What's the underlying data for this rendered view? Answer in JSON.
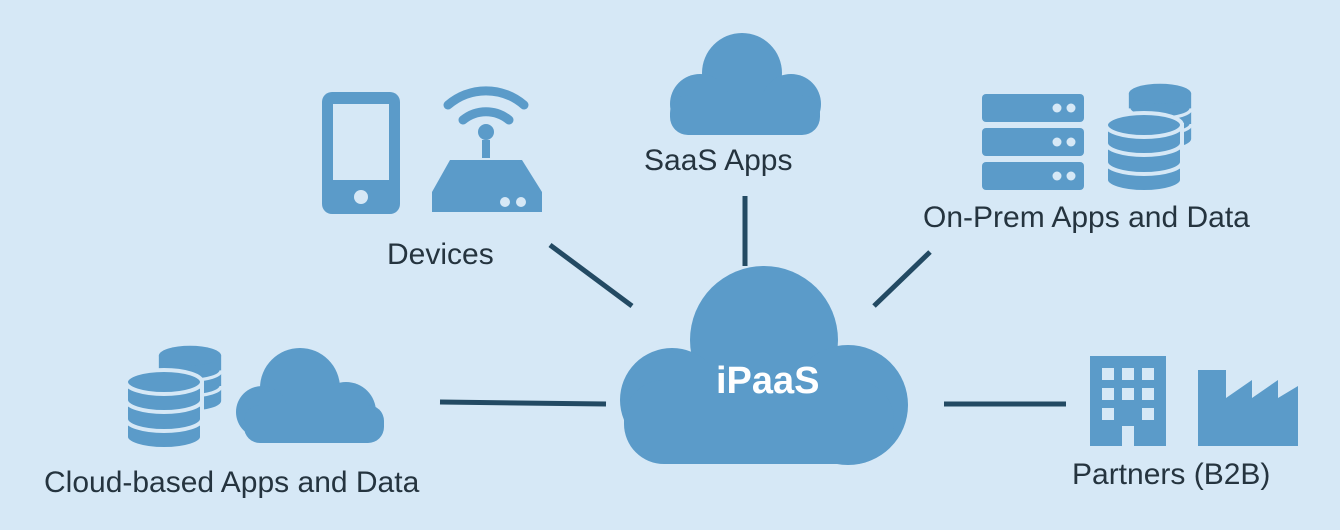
{
  "diagram": {
    "hub": {
      "label": "iPaaS",
      "icon": "cloud-icon"
    },
    "nodes": {
      "saas": {
        "label": "SaaS Apps",
        "icons": [
          "cloud-icon"
        ]
      },
      "devices": {
        "label": "Devices",
        "icons": [
          "smartphone-icon",
          "wifi-router-icon"
        ]
      },
      "onprem": {
        "label": "On-Prem Apps and Data",
        "icons": [
          "server-rack-icon",
          "database-icon"
        ]
      },
      "cloud": {
        "label": "Cloud-based Apps and Data",
        "icons": [
          "database-icon",
          "cloud-icon"
        ]
      },
      "partners": {
        "label": "Partners (B2B)",
        "icons": [
          "office-building-icon",
          "factory-icon"
        ]
      }
    }
  },
  "colors": {
    "background": "#d6e8f6",
    "icon_fill": "#5b9bc9",
    "connector": "#234a63",
    "label_text": "#25343f",
    "hub_text": "#ffffff"
  }
}
